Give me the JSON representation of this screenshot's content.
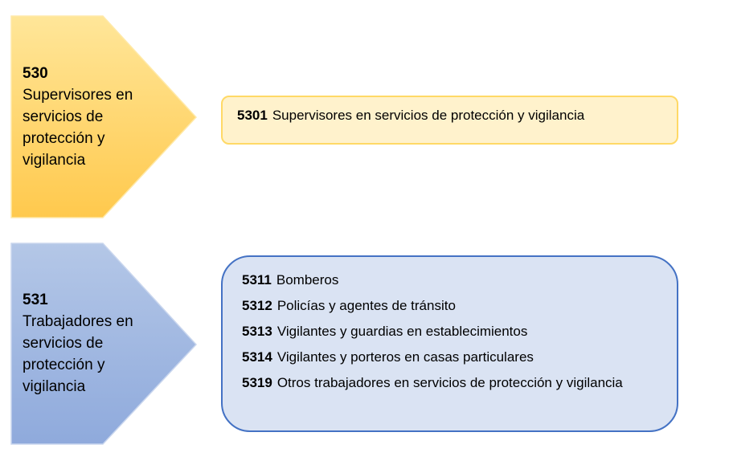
{
  "groups": [
    {
      "code": "530",
      "title": "Supervisores en servicios de protección y vigilancia",
      "color_top": "#ffe699",
      "color_bottom": "#ffc94d",
      "items": [
        {
          "code": "5301",
          "label": "Supervisores en servicios de protección y vigilancia"
        }
      ]
    },
    {
      "code": "531",
      "title": "Trabajadores en servicios de protección y vigilancia",
      "color_top": "#b4c7e7",
      "color_bottom": "#8faadc",
      "items": [
        {
          "code": "5311",
          "label": "Bomberos"
        },
        {
          "code": "5312",
          "label": "Policías y agentes de tránsito"
        },
        {
          "code": "5313",
          "label": "Vigilantes y guardias en establecimientos"
        },
        {
          "code": "5314",
          "label": "Vigilantes y porteros en casas particulares"
        },
        {
          "code": "5319",
          "label": "Otros trabajadores en servicios de protección y vigilancia"
        }
      ]
    }
  ]
}
